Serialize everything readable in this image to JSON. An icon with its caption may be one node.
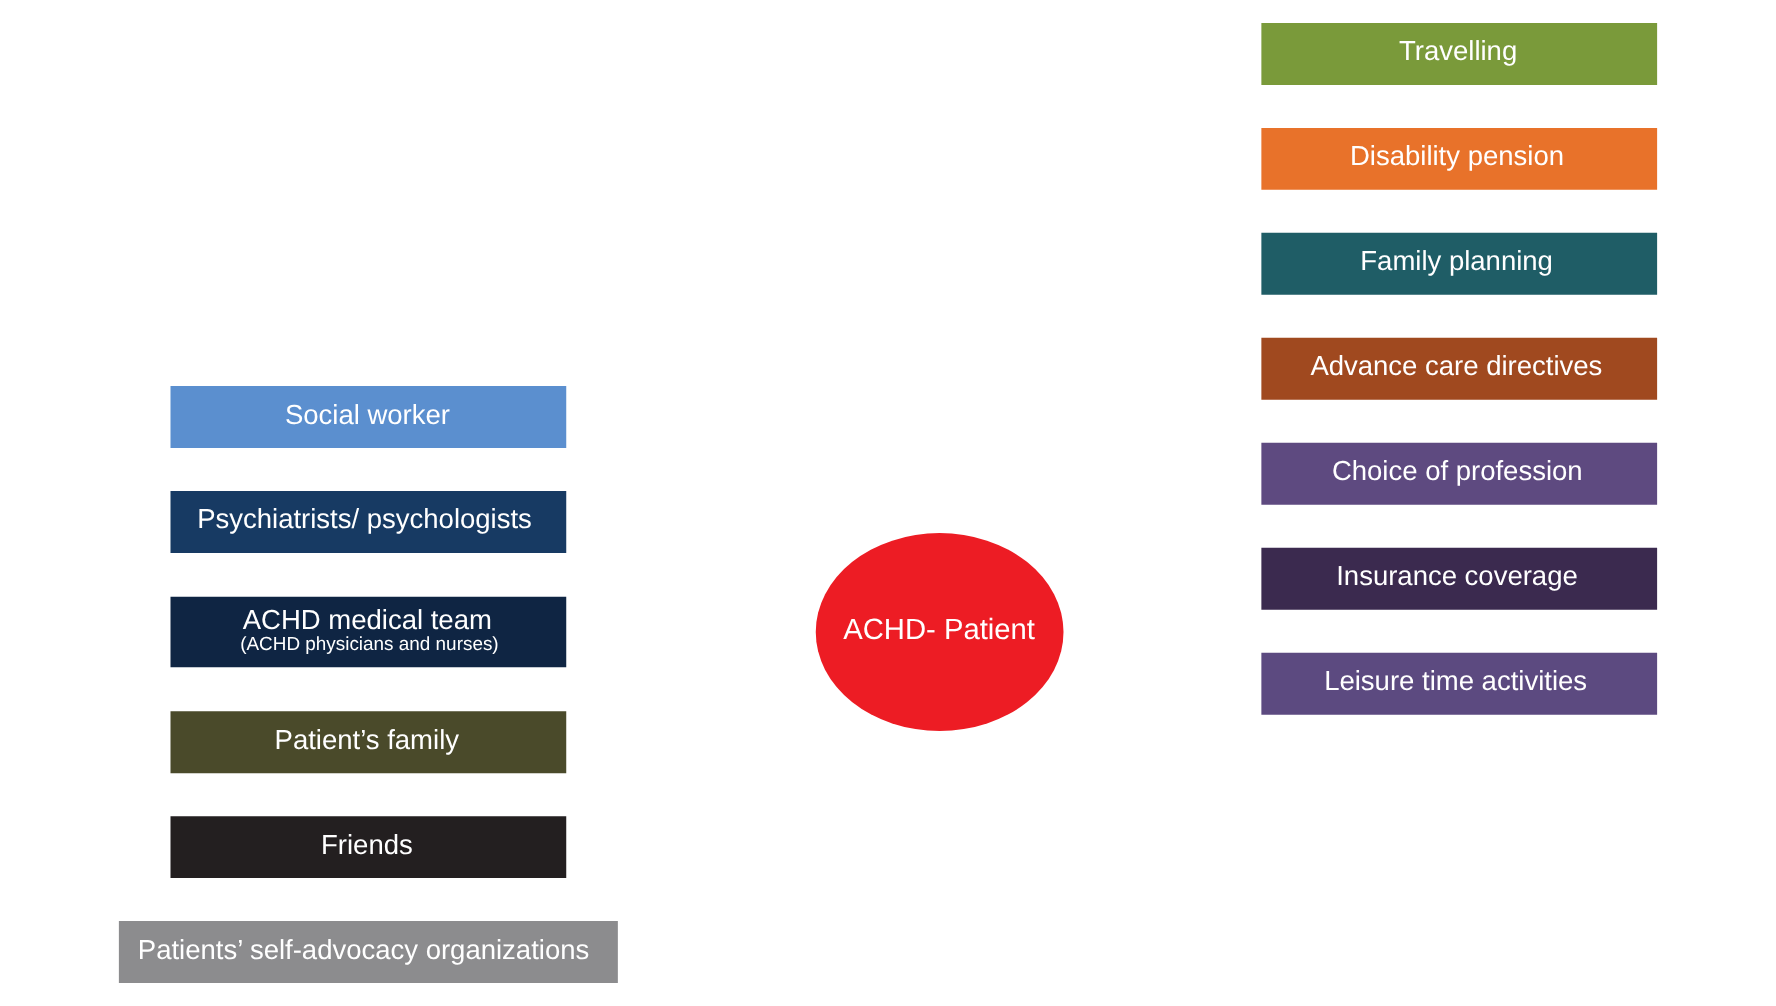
{
  "diagram": {
    "nodes": [
      {
        "text": [
          "Patients’ self-advocacy organizations"
        ]
      },
      {
        "text": [
          "Friends"
        ]
      },
      {
        "text": [
          "Patient’s family"
        ]
      },
      {
        "text": [
          "ACHD medical team",
          "(ACHD physicians and nurses)"
        ]
      },
      {
        "text": [
          "Psychiatrists/ psychologists"
        ]
      },
      {
        "text": [
          "Social worker"
        ]
      },
      {
        "text": [
          "ACHD- Patient"
        ]
      },
      {
        "text": [
          "Insurance coverage"
        ]
      },
      {
        "text": [
          "Choice of profession"
        ]
      },
      {
        "text": [
          "Advance care directives"
        ]
      },
      {
        "text": [
          "Family planning"
        ]
      },
      {
        "text": [
          "Disability pension"
        ]
      },
      {
        "text": [
          "Travelling"
        ]
      },
      {
        "text": [
          "Leisure time activities"
        ]
      }
    ],
    "edges": []
  }
}
